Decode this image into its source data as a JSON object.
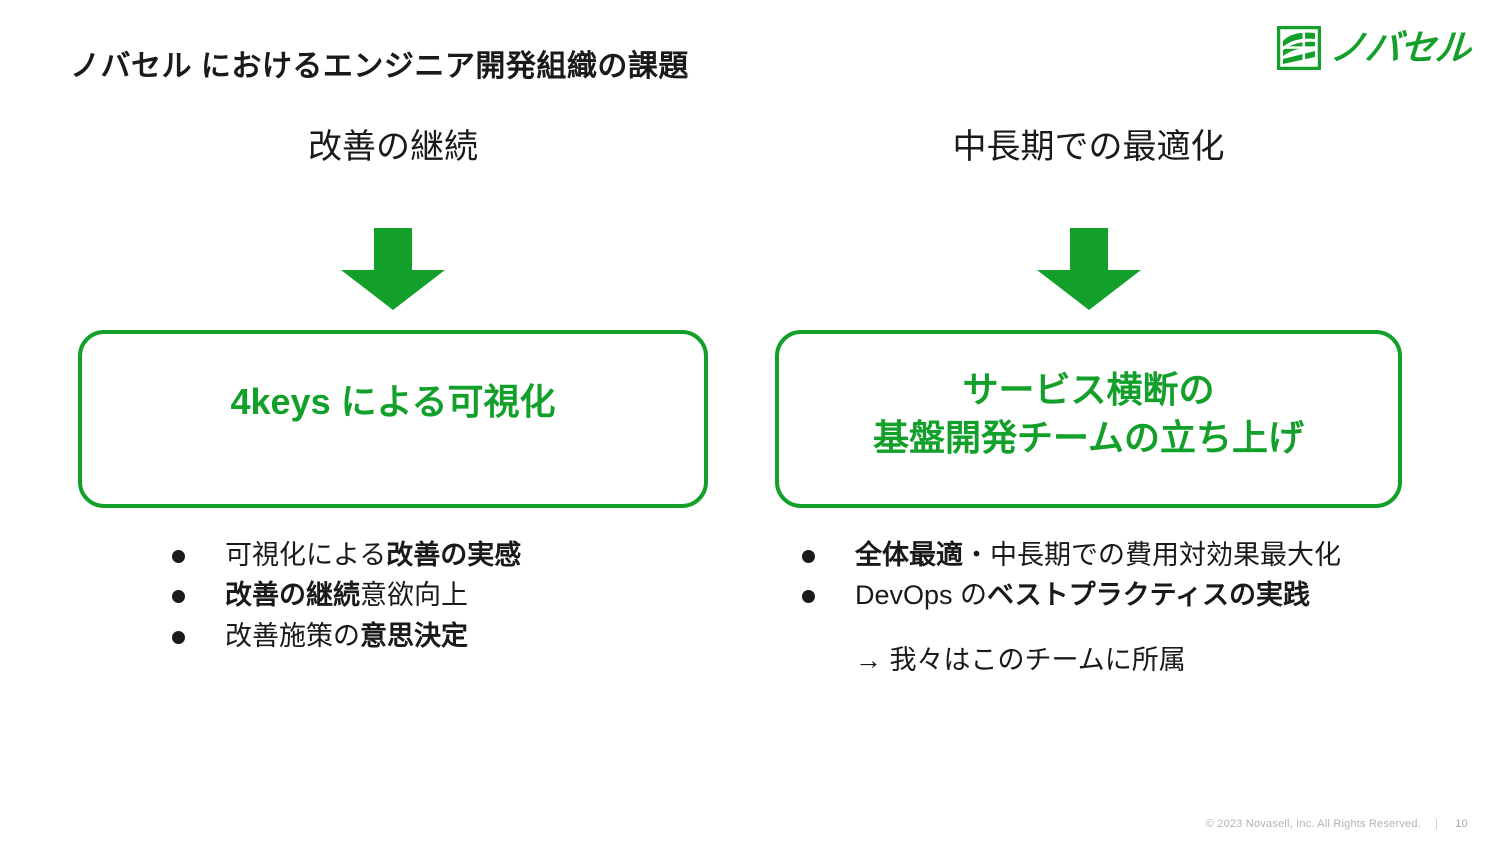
{
  "slide": {
    "title": "ノバセル におけるエンジニア開発組織の課題",
    "background_color": "#ffffff",
    "brand_green": "#12a02a",
    "text_color": "#1a1a1a"
  },
  "logo": {
    "mark_name": "novasell-logomark",
    "wordmark": "ノバセル",
    "color": "#12a02a"
  },
  "columns": {
    "left": {
      "heading": "改善の継続",
      "arrow_icon": "arrow-down-icon",
      "concept": "4keys による可視化",
      "bullets": [
        {
          "plain_1": "可視化による",
          "bold_1": "改善の実感",
          "plain_2": ""
        },
        {
          "plain_1": "",
          "bold_1": "改善の継続",
          "plain_2": "意欲向上"
        },
        {
          "plain_1": "改善施策の",
          "bold_1": "意思決定",
          "plain_2": ""
        }
      ]
    },
    "right": {
      "heading": "中長期での最適化",
      "arrow_icon": "arrow-down-icon",
      "concept": "サービス横断の\n基盤開発チームの立ち上げ",
      "bullets": [
        {
          "plain_1": "",
          "bold_1": "全体最適",
          "plain_2": "・中長期での費用対効果最大化"
        },
        {
          "plain_1": "DevOps の",
          "bold_1": "ベストプラクティスの実践",
          "plain_2": ""
        }
      ],
      "note": "→ 我々はこのチームに所属"
    }
  },
  "footer": {
    "copyright": "© 2023 Novasell, Inc. All Rights Reserved.",
    "separator": "|",
    "page_number": "10"
  }
}
